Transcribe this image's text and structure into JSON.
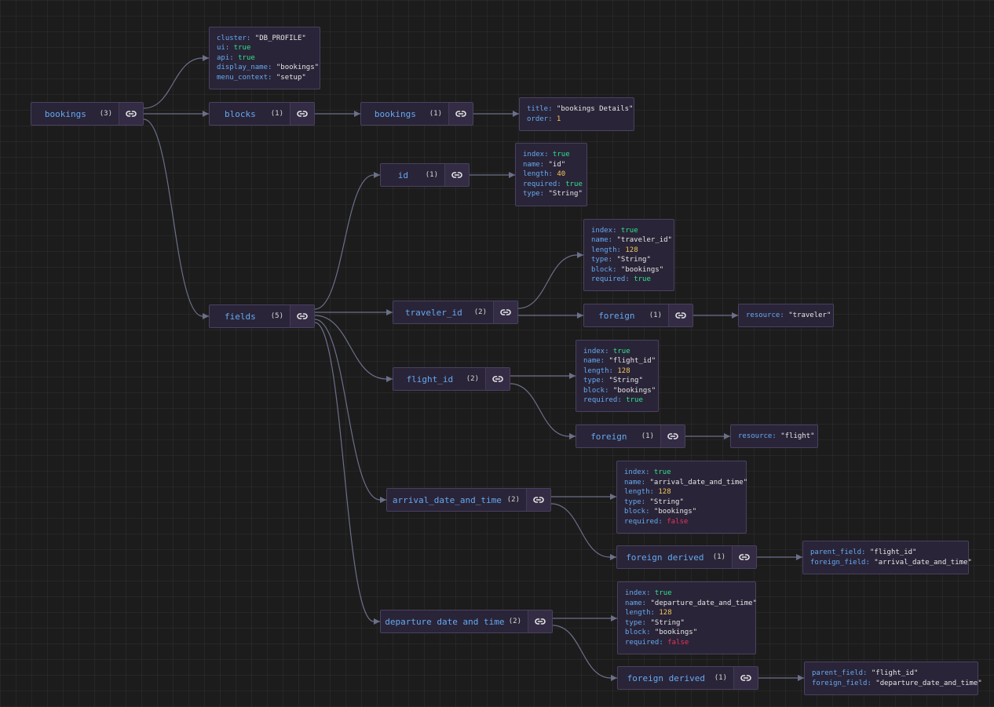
{
  "colors": {
    "edge": "#6b6f8a",
    "key": "#64aaf0",
    "string": "#e6e6e6",
    "true": "#2ee38a",
    "false": "#e8335a",
    "number": "#f2c85b"
  },
  "nodes": {
    "bookings_root": {
      "label": "bookings",
      "count": "(3)"
    },
    "blocks": {
      "label": "blocks",
      "count": "(1)"
    },
    "blocks_bookings": {
      "label": "bookings",
      "count": "(1)"
    },
    "fields": {
      "label": "fields",
      "count": "(5)"
    },
    "id": {
      "label": "id",
      "count": "(1)"
    },
    "traveler_id": {
      "label": "traveler_id",
      "count": "(2)"
    },
    "traveler_foreign": {
      "label": "foreign",
      "count": "(1)"
    },
    "flight_id": {
      "label": "flight_id",
      "count": "(2)"
    },
    "flight_foreign": {
      "label": "foreign",
      "count": "(1)"
    },
    "arrival": {
      "label": "arrival_date_and_time",
      "count": "(2)"
    },
    "arrival_foreign": {
      "label": "foreign derived",
      "count": "(1)"
    },
    "departure": {
      "label": "departure date and time",
      "count": "(2)"
    },
    "departure_foreign": {
      "label": "foreign derived",
      "count": "(1)"
    }
  },
  "props": {
    "root": [
      {
        "key": "cluster:",
        "value": "\"DB_PROFILE\"",
        "kind": "s"
      },
      {
        "key": "ui:",
        "value": "true",
        "kind": "t"
      },
      {
        "key": "api:",
        "value": "true",
        "kind": "t"
      },
      {
        "key": "display_name:",
        "value": "\"bookings\"",
        "kind": "s"
      },
      {
        "key": "menu_context:",
        "value": "\"setup\"",
        "kind": "s"
      }
    ],
    "blocks_bookings": [
      {
        "key": "title:",
        "value": "\"bookings Details\"",
        "kind": "s"
      },
      {
        "key": "order:",
        "value": "1",
        "kind": "n"
      }
    ],
    "id": [
      {
        "key": "index:",
        "value": "true",
        "kind": "t"
      },
      {
        "key": "name:",
        "value": "\"id\"",
        "kind": "s"
      },
      {
        "key": "length:",
        "value": "40",
        "kind": "n"
      },
      {
        "key": "required:",
        "value": "true",
        "kind": "t"
      },
      {
        "key": "type:",
        "value": "\"String\"",
        "kind": "s"
      }
    ],
    "traveler_id": [
      {
        "key": "index:",
        "value": "true",
        "kind": "t"
      },
      {
        "key": "name:",
        "value": "\"traveler_id\"",
        "kind": "s"
      },
      {
        "key": "length:",
        "value": "128",
        "kind": "n"
      },
      {
        "key": "type:",
        "value": "\"String\"",
        "kind": "s"
      },
      {
        "key": "block:",
        "value": "\"bookings\"",
        "kind": "s"
      },
      {
        "key": "required:",
        "value": "true",
        "kind": "t"
      }
    ],
    "traveler_foreign": [
      {
        "key": "resource:",
        "value": "\"traveler\"",
        "kind": "s"
      }
    ],
    "flight_id": [
      {
        "key": "index:",
        "value": "true",
        "kind": "t"
      },
      {
        "key": "name:",
        "value": "\"flight_id\"",
        "kind": "s"
      },
      {
        "key": "length:",
        "value": "128",
        "kind": "n"
      },
      {
        "key": "type:",
        "value": "\"String\"",
        "kind": "s"
      },
      {
        "key": "block:",
        "value": "\"bookings\"",
        "kind": "s"
      },
      {
        "key": "required:",
        "value": "true",
        "kind": "t"
      }
    ],
    "flight_foreign": [
      {
        "key": "resource:",
        "value": "\"flight\"",
        "kind": "s"
      }
    ],
    "arrival": [
      {
        "key": "index:",
        "value": "true",
        "kind": "t"
      },
      {
        "key": "name:",
        "value": "\"arrival_date_and_time\"",
        "kind": "s"
      },
      {
        "key": "length:",
        "value": "128",
        "kind": "n"
      },
      {
        "key": "type:",
        "value": "\"String\"",
        "kind": "s"
      },
      {
        "key": "block:",
        "value": "\"bookings\"",
        "kind": "s"
      },
      {
        "key": "required:",
        "value": "false",
        "kind": "f"
      }
    ],
    "arrival_foreign": [
      {
        "key": "parent_field:",
        "value": "\"flight_id\"",
        "kind": "s"
      },
      {
        "key": "foreign_field:",
        "value": "\"arrival_date_and_time\"",
        "kind": "s"
      }
    ],
    "departure": [
      {
        "key": "index:",
        "value": "true",
        "kind": "t"
      },
      {
        "key": "name:",
        "value": "\"departure_date_and_time\"",
        "kind": "s"
      },
      {
        "key": "length:",
        "value": "128",
        "kind": "n"
      },
      {
        "key": "type:",
        "value": "\"String\"",
        "kind": "s"
      },
      {
        "key": "block:",
        "value": "\"bookings\"",
        "kind": "s"
      },
      {
        "key": "required:",
        "value": "false",
        "kind": "f"
      }
    ],
    "departure_foreign": [
      {
        "key": "parent_field:",
        "value": "\"flight_id\"",
        "kind": "s"
      },
      {
        "key": "foreign_field:",
        "value": "\"departure_date_and_time\"",
        "kind": "s"
      }
    ]
  }
}
